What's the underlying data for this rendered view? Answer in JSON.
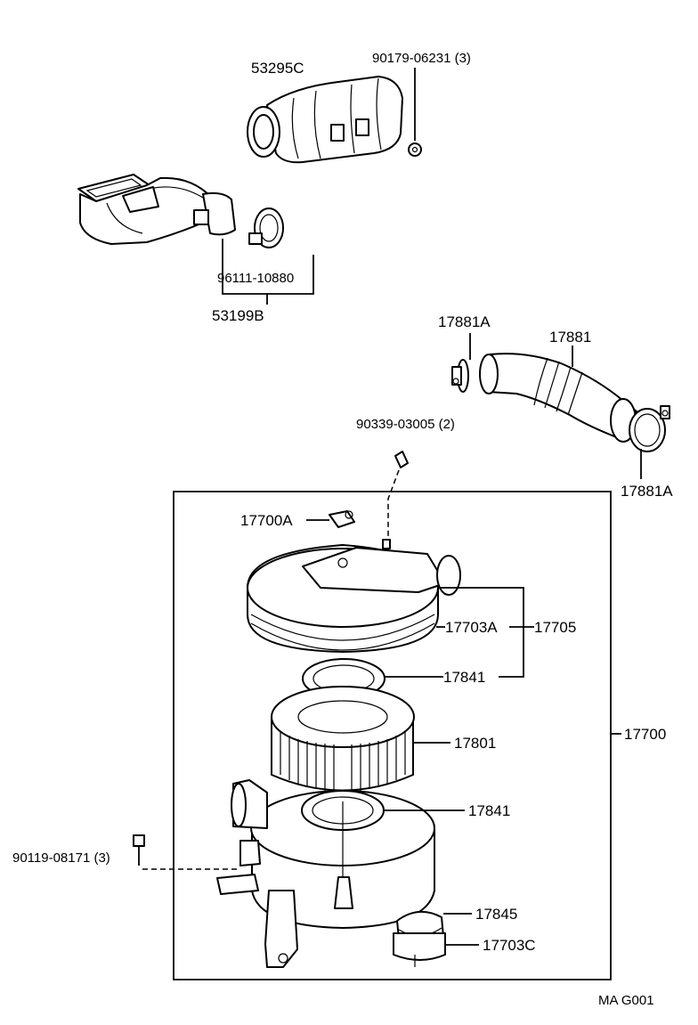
{
  "diagram": {
    "code": "MA  G001",
    "labels": {
      "p53295C": "53295C",
      "p90179": "90179-06231 (3)",
      "p96111": "96111-10880",
      "p53199B": "53199B",
      "p17881A_top": "17881A",
      "p17881": "17881",
      "p17881A_bottom": "17881A",
      "p90339": "90339-03005 (2)",
      "p17700A": "17700A",
      "p17703A": "17703A",
      "p17705": "17705",
      "p17841_top": "17841",
      "p17801": "17801",
      "p17700": "17700",
      "p17841_bottom": "17841",
      "p90119": "90119-08171 (3)",
      "p17845": "17845",
      "p17703C": "17703C"
    }
  }
}
